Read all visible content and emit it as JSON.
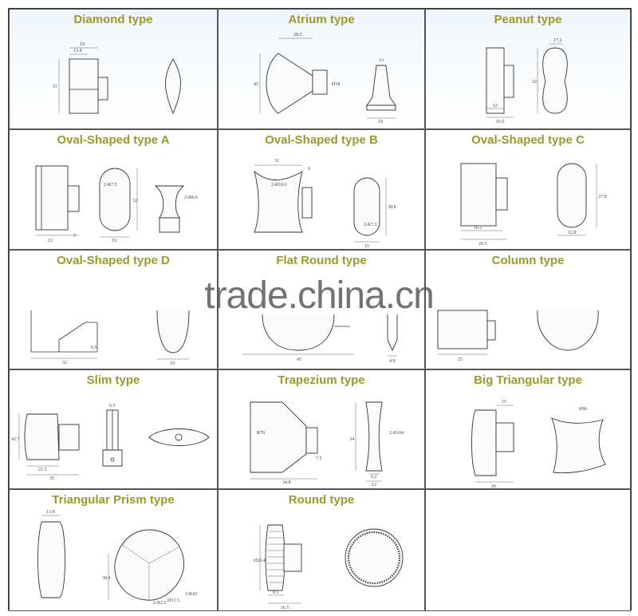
{
  "types": [
    {
      "name": "Diamond type",
      "dims": [
        "19",
        "13.4",
        "31"
      ]
    },
    {
      "name": "Atrium type",
      "dims": [
        "29.5",
        "45",
        "Ø18",
        "13",
        "18"
      ]
    },
    {
      "name": "Peanut type",
      "dims": [
        "17.2",
        "32",
        "12",
        "16.5"
      ]
    },
    {
      "name": "Oval-Shaped type A",
      "dims": [
        "23",
        "7",
        "2-R7.5",
        "32",
        "19",
        "2-R8.6"
      ]
    },
    {
      "name": "Oval-Shaped type B",
      "dims": [
        "31",
        "2-R10.6",
        "6",
        "30.8",
        "2-R7.5",
        "15"
      ]
    },
    {
      "name": "Oval-Shaped type C",
      "dims": [
        "16.5",
        "20.5",
        "27.8",
        "12.8"
      ]
    },
    {
      "name": "Oval-Shaped type D",
      "dims": [
        "32",
        "6.5",
        "19"
      ]
    },
    {
      "name": "Flat Round type",
      "dims": [
        "45",
        "4.9"
      ]
    },
    {
      "name": "Column type",
      "dims": [
        "25"
      ]
    },
    {
      "name": "Slim type",
      "dims": [
        "42.7",
        "21.5",
        "35",
        "6.5"
      ]
    },
    {
      "name": "Trapezium type",
      "dims": [
        "R70",
        "34",
        "2-R104",
        "34.8",
        "7.5",
        "6.2",
        "12"
      ]
    },
    {
      "name": "Big Triangular type",
      "dims": [
        "15",
        "Ø96",
        "20"
      ]
    },
    {
      "name": "Triangular Prism type",
      "dims": [
        "13.8",
        "38.4",
        "2-R2.5",
        "Ø31.5",
        "3-R10"
      ]
    },
    {
      "name": "Round type",
      "dims": [
        "Ø26.4",
        "8.5",
        "16.5"
      ]
    }
  ],
  "watermark": "trade.china.cn"
}
